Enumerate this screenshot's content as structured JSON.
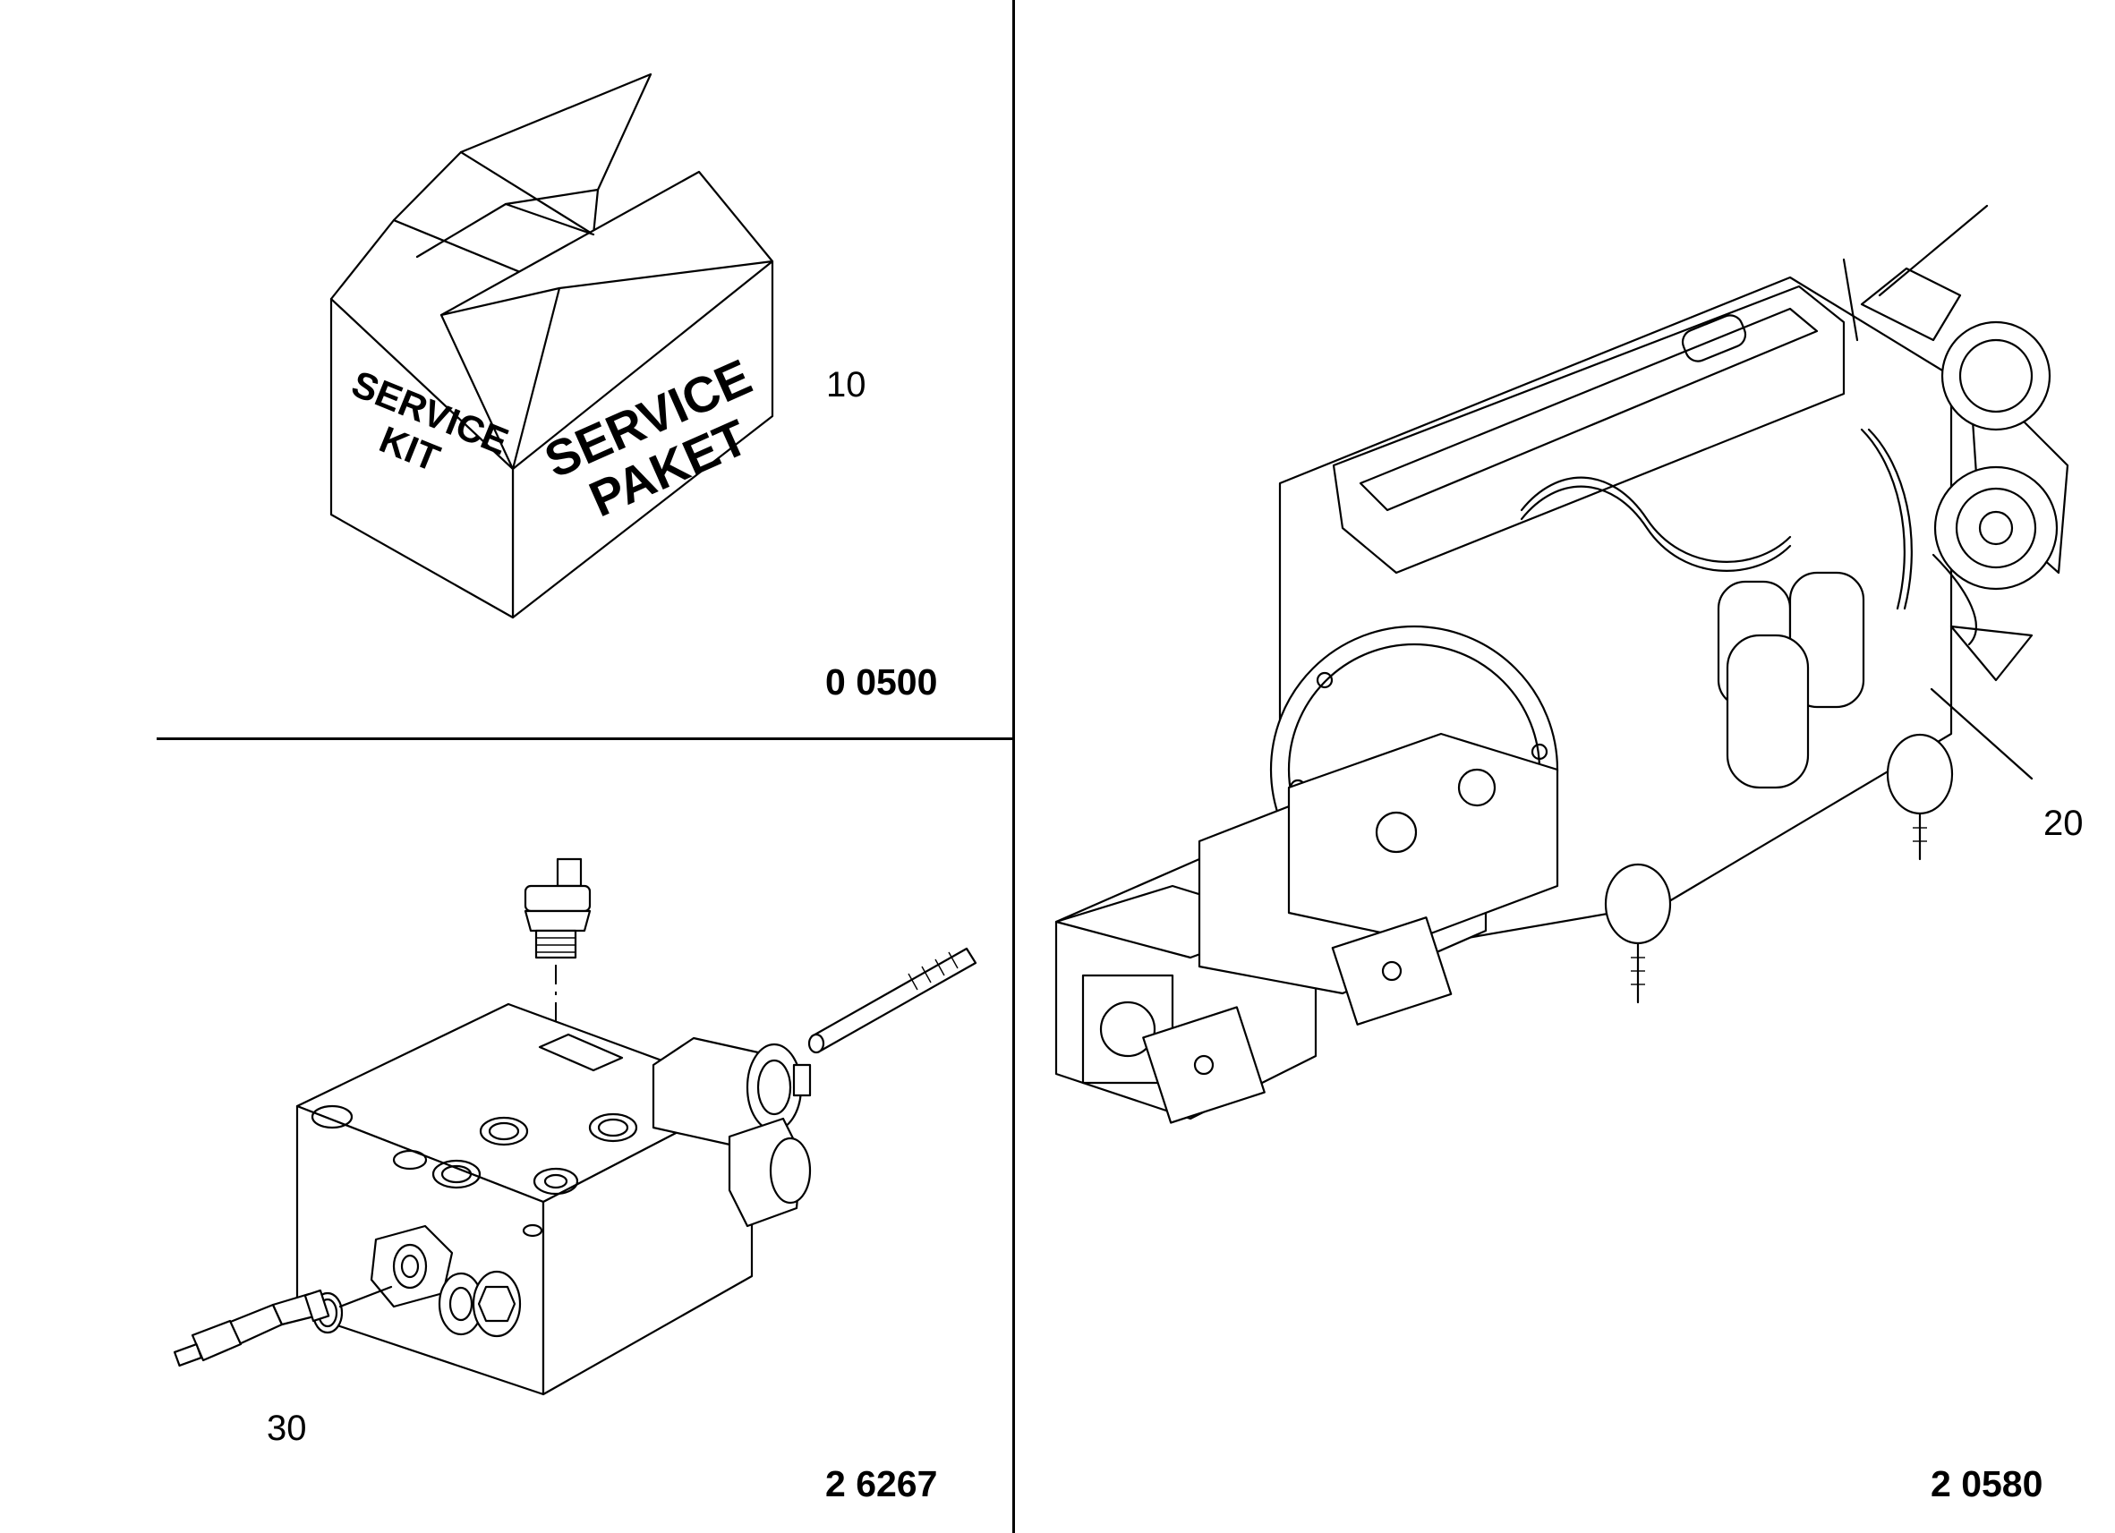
{
  "callouts": {
    "item_10": "10",
    "item_20": "20",
    "item_30": "30"
  },
  "section_codes": {
    "service_kit": "0 0500",
    "valve_block": "2 6267",
    "engine": "2 0580"
  },
  "service_box": {
    "side_left_line1": "SERVICE",
    "side_left_line2": "KIT",
    "side_right_line1": "SERVICE",
    "side_right_line2": "PAKET"
  },
  "colors": {
    "line": "#000000",
    "background": "#ffffff"
  }
}
